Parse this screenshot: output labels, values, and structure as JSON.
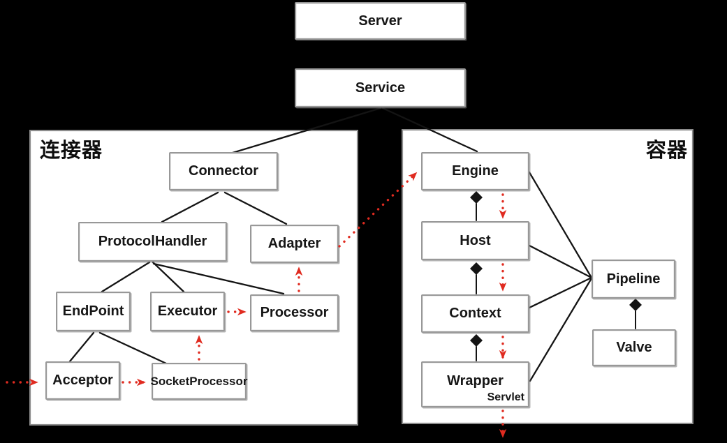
{
  "panels": {
    "connector_area": {
      "label": "连接器"
    },
    "container_area": {
      "label": "容器"
    }
  },
  "nodes": {
    "server": {
      "label": "Server"
    },
    "service": {
      "label": "Service"
    },
    "connector": {
      "label": "Connector"
    },
    "protocol_handler": {
      "label": "ProtocolHandler"
    },
    "adapter": {
      "label": "Adapter"
    },
    "endpoint": {
      "label": "EndPoint"
    },
    "executor": {
      "label": "Executor"
    },
    "processor": {
      "label": "Processor"
    },
    "acceptor": {
      "label": "Acceptor"
    },
    "socket_processor": {
      "label": "SocketProcessor"
    },
    "engine": {
      "label": "Engine"
    },
    "host": {
      "label": "Host"
    },
    "context": {
      "label": "Context"
    },
    "wrapper": {
      "label": "Wrapper",
      "sublabel": "Servlet"
    },
    "pipeline": {
      "label": "Pipeline"
    },
    "valve": {
      "label": "Valve"
    }
  },
  "colors": {
    "background": "#000000",
    "panel_fill": "#ffffff",
    "box_border": "#989898",
    "line_black": "#141414",
    "arrow_red": "#e02b20"
  }
}
